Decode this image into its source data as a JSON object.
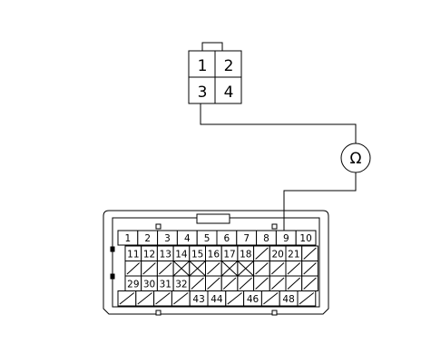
{
  "small_connector": {
    "pins": [
      "1",
      "2",
      "3",
      "4"
    ]
  },
  "meter": {
    "symbol": "Ω",
    "icon": "ohmmeter-icon"
  },
  "large_connector": {
    "row1": [
      "1",
      "2",
      "3",
      "4",
      "5",
      "6",
      "7",
      "8",
      "9",
      "10"
    ],
    "row2": [
      "11",
      "12",
      "13",
      "14",
      "15",
      "16",
      "17",
      "18",
      "",
      "20",
      "21",
      ""
    ],
    "row3": [
      "",
      "",
      "",
      "",
      "",
      "",
      "",
      "",
      "",
      "",
      "",
      ""
    ],
    "row4": [
      "29",
      "30",
      "31",
      "32",
      "",
      "",
      "",
      "",
      "",
      "",
      "",
      ""
    ],
    "row5": [
      "",
      "",
      "",
      "",
      "43",
      "44",
      "",
      "46",
      "",
      "48",
      ""
    ],
    "x_cells_row2": [],
    "x_cells_row3": [
      3,
      6
    ],
    "measured_pin": "9"
  }
}
